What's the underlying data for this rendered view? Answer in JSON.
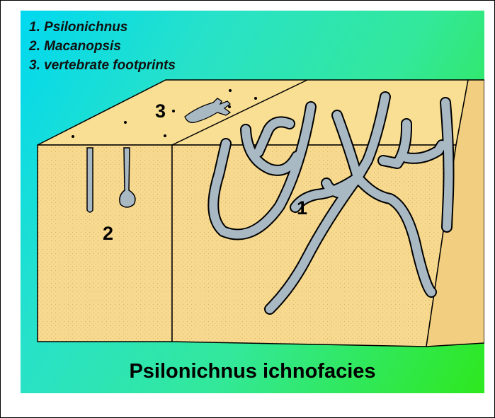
{
  "legend": {
    "items": [
      "1. Psilonichnus",
      "2. Macanopsis",
      "3. vertebrate footprints"
    ]
  },
  "labels": {
    "one": "1",
    "two": "2",
    "three": "3"
  },
  "title": "Psilonichnus ichnofacies",
  "colors": {
    "sand": "#f7d98f",
    "sand_top": "#f9df93",
    "sand_side": "#f2cf80",
    "burrow": "#a9b9c4",
    "outline": "#000000"
  },
  "icons": {
    "footprint": "vertebrate-footprint-icon"
  }
}
